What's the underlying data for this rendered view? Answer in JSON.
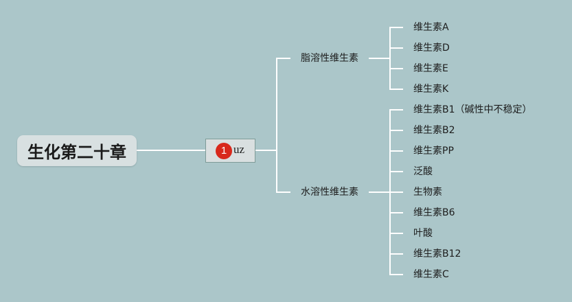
{
  "root": {
    "label": "生化第二十章"
  },
  "center": {
    "badge": "1",
    "label": "uz"
  },
  "branches": [
    {
      "label": "脂溶性维生素",
      "leaves": [
        "维生素A",
        "维生素D",
        "维生素E",
        "维生素K"
      ]
    },
    {
      "label": "水溶性维生素",
      "leaves": [
        "维生素B1（碱性中不稳定）",
        "维生素B2",
        "维生素PP",
        "泛酸",
        "生物素",
        "维生素B6",
        "叶酸",
        "维生素B12",
        "维生素C"
      ]
    }
  ],
  "colors": {
    "background": "#abc6c9",
    "connector": "#ffffff",
    "badge": "#d8281c"
  }
}
